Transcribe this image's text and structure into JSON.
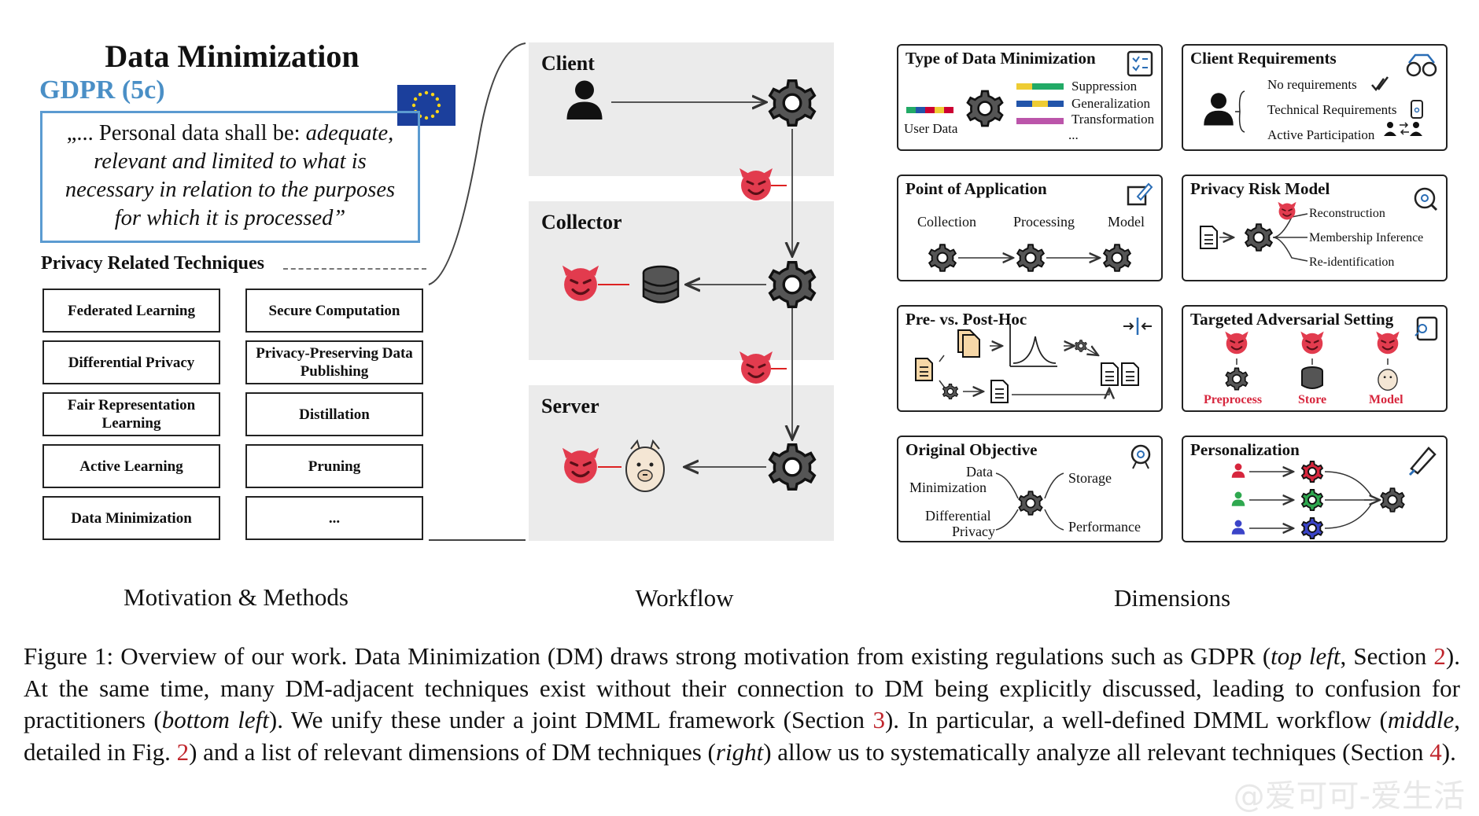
{
  "left": {
    "title": "Data Minimization",
    "gdpr": "GDPR (5c)",
    "quote": {
      "line1_plain": "„... Personal data shall be: ",
      "line1_italic": "adequate,",
      "line2": "relevant and limited to what is",
      "line3": "necessary in relation to the purposes",
      "line4": "for which it is processed”"
    },
    "techniques_label": "Privacy Related Techniques",
    "techniques": [
      "Federated Learning",
      "Secure Computation",
      "Differential Privacy",
      "Privacy-Preserving Data Publishing",
      "Fair Representation Learning",
      "Distillation",
      "Active Learning",
      "Pruning",
      "Data Minimization",
      "..."
    ],
    "section_label": "Motivation & Methods"
  },
  "workflow": {
    "lanes": [
      "Client",
      "Collector",
      "Server"
    ],
    "section_label": "Workflow"
  },
  "dimensions": {
    "section_label": "Dimensions",
    "type": {
      "title": "Type of Data Minimization",
      "user_data": "User Data",
      "items": [
        "Suppression",
        "Generalization",
        "Transformation",
        "..."
      ]
    },
    "client": {
      "title": "Client Requirements",
      "items": [
        "No requirements",
        "Technical Requirements",
        "Active Participation"
      ]
    },
    "point": {
      "title": "Point of Application",
      "items": [
        "Collection",
        "Processing",
        "Model"
      ]
    },
    "risk": {
      "title": "Privacy Risk Model",
      "items": [
        "Reconstruction",
        "Membership Inference",
        "Re-identification"
      ]
    },
    "prepost": {
      "title": "Pre- vs. Post-Hoc"
    },
    "adversarial": {
      "title": "Targeted Adversarial Setting",
      "items": [
        "Preprocess",
        "Store",
        "Model"
      ],
      "accent": "#d7263d"
    },
    "objective": {
      "title": "Original Objective",
      "items": [
        "Data",
        "Minimization",
        "Differential",
        "Privacy",
        "Storage",
        "Performance"
      ]
    },
    "personalization": {
      "title": "Personalization"
    }
  },
  "caption": {
    "s1": "Figure 1: Overview of our work. Data Minimization (DM) draws strong motivation from existing regulations such as GDPR (",
    "s1_it": "top left",
    "s2": ", Section ",
    "r1": "2",
    "s3": "). At the same time, many DM-adjacent techniques exist without their connection to DM being explicitly discussed, leading to confusion for practitioners (",
    "s3_it": "bottom left",
    "s4": "). We unify these under a joint DMML framework (Section ",
    "r2": "3",
    "s5": "). In particular, a well-defined DMML workflow (",
    "s5_it": "middle",
    "s6": ", detailed in Fig. ",
    "r3": "2",
    "s7": ") and a list of relevant dimensions of DM techniques (",
    "s7_it": "right",
    "s8": ") allow us to systematically analyze all relevant techniques (Section ",
    "r4": "4",
    "s9": ")."
  },
  "watermark": "@爱可可-爱生活"
}
